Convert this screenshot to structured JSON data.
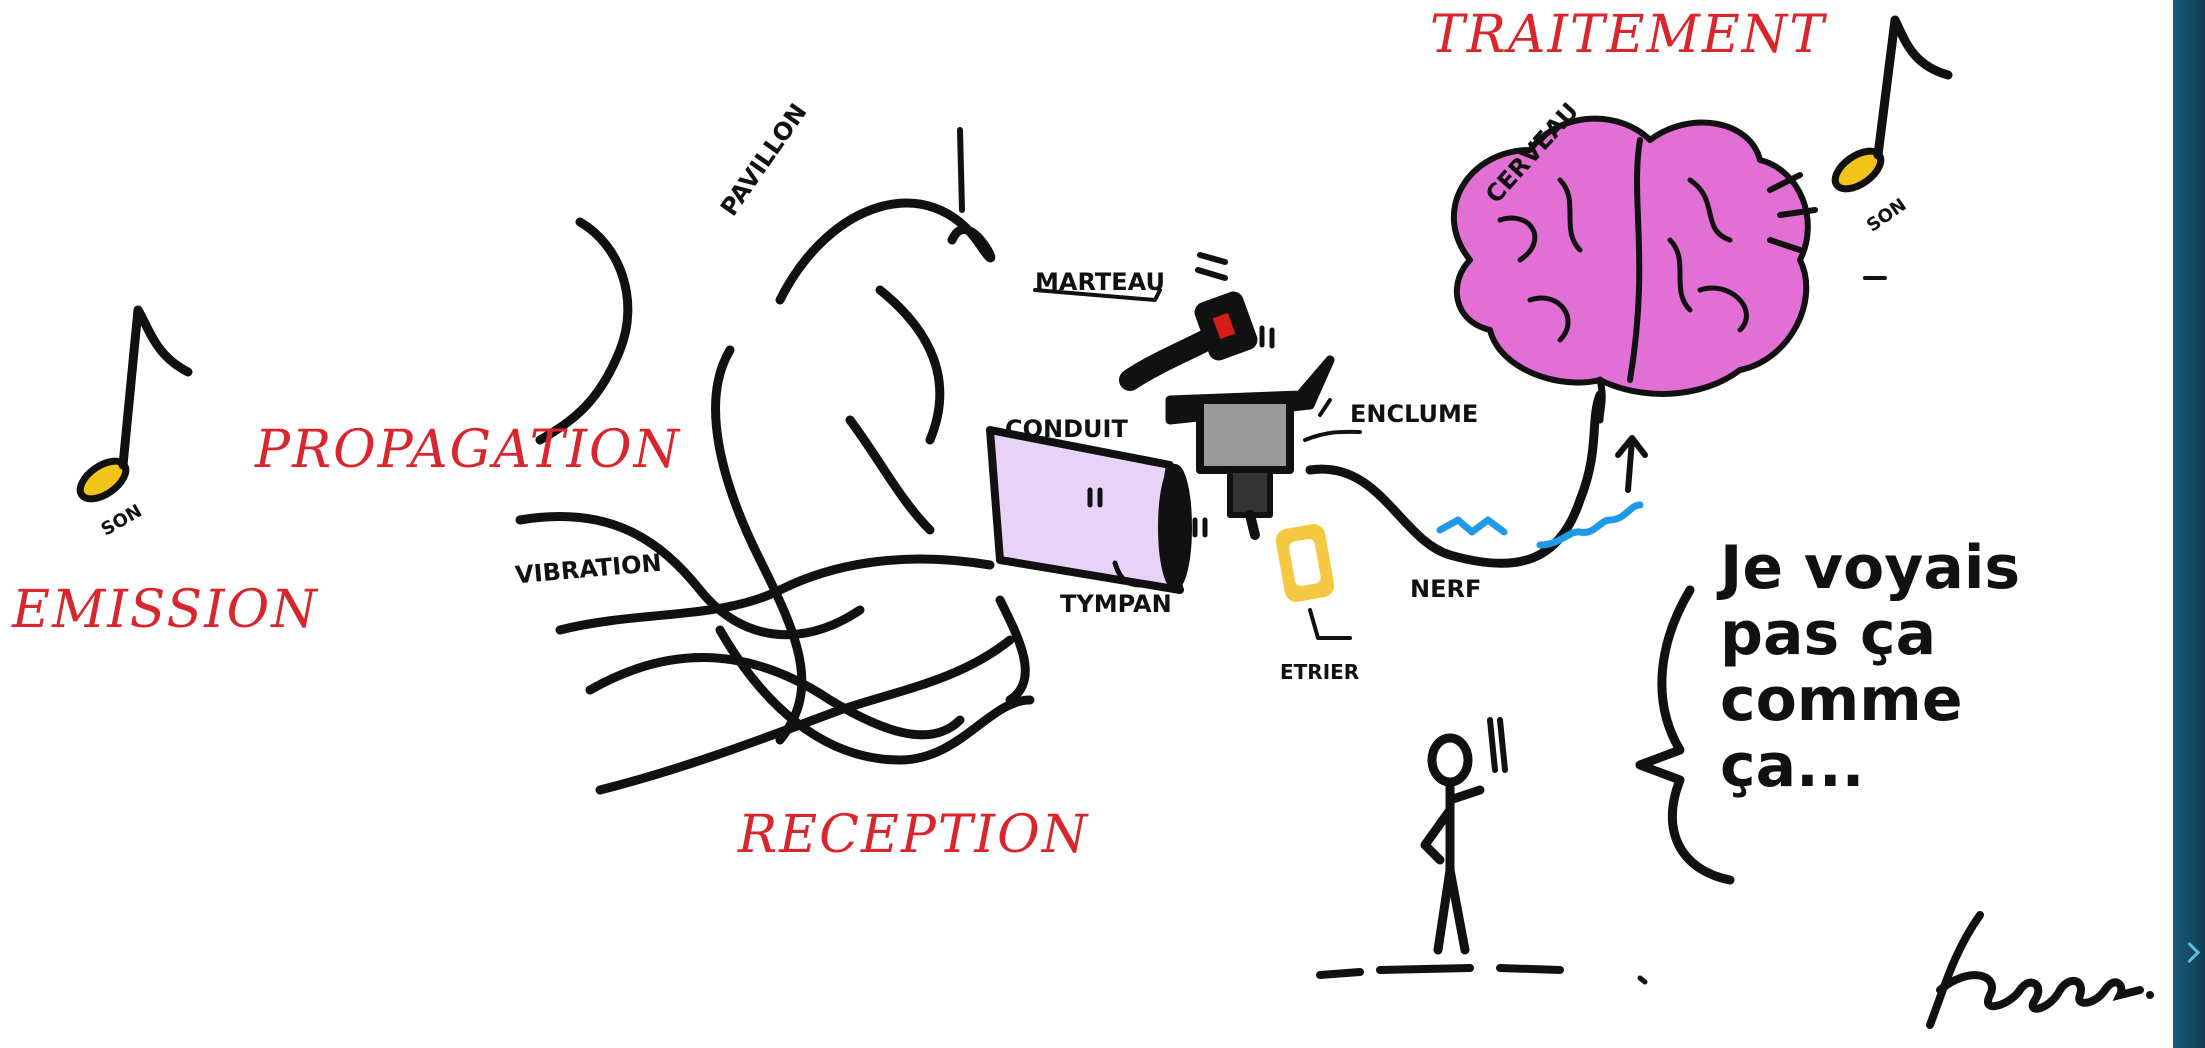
{
  "stages": {
    "emission": "EMISSION",
    "propagation": "PROPAGATION",
    "reception": "RECEPTION",
    "traitement": "TRAITEMENT"
  },
  "parts": {
    "pavillon": "PAVILLON",
    "vibration": "VIBRATION",
    "conduit": "CONDUIT",
    "tympan": "TYMPAN",
    "marteau": "MARTEAU",
    "enclume": "ENCLUME",
    "etrier": "ETRIER",
    "nerf": "NERF",
    "cerveau": "CERVEAU"
  },
  "sound_notes": {
    "left_label": "SON",
    "right_label": "SON"
  },
  "speech_bubble": {
    "line1": "Je voyais",
    "line2": "pas ça",
    "line3": "comme ça..."
  },
  "signature": "Sardious",
  "colors": {
    "stage_label": "#d8262c",
    "ink": "#111111",
    "brain": "#e26fd3",
    "note_head": "#f0c419",
    "tympan": "#e7d3f7",
    "etrier": "#f5c842",
    "nerve_signal": "#1e9be6",
    "marteau_head": "#d81b1b"
  },
  "icons": {
    "music_note_left": "music-note-icon",
    "music_note_right": "music-note-icon",
    "brain": "brain-icon",
    "ear": "ear-icon",
    "stick_figure": "person-icon"
  }
}
